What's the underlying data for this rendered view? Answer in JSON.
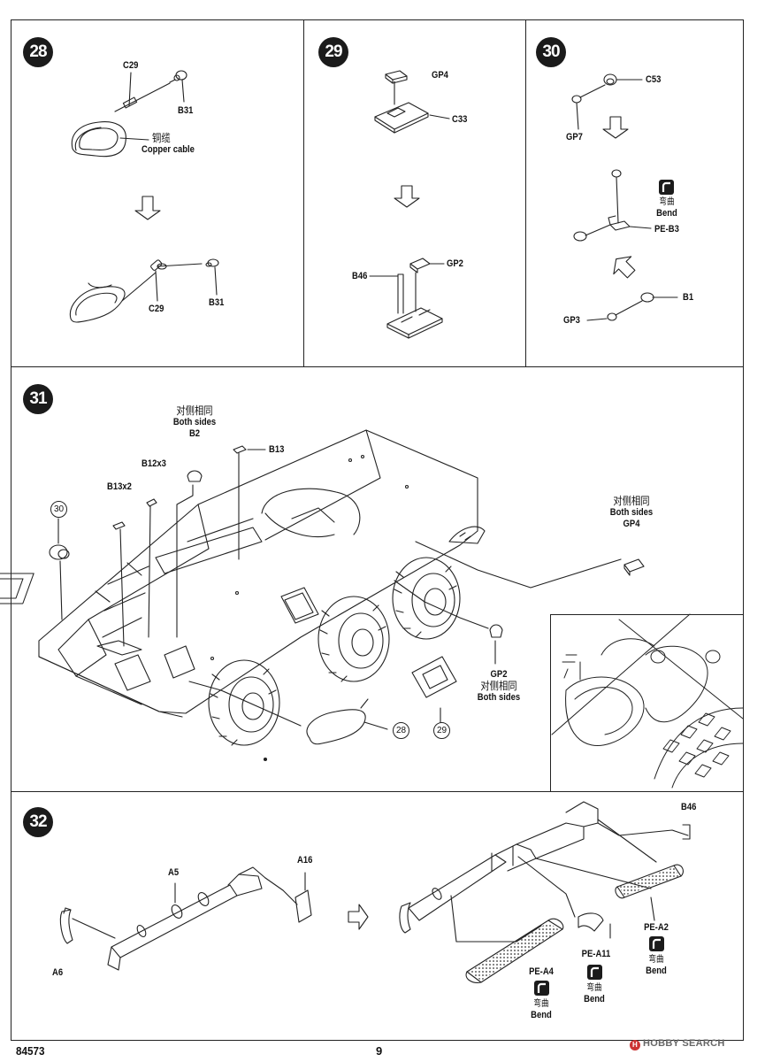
{
  "footer": {
    "product_code": "84573",
    "page_number": "9"
  },
  "watermark": {
    "text": "HOBBY SEARCH",
    "logo_letter": "H"
  },
  "steps": {
    "s28": {
      "number": "28",
      "labels": {
        "c29_top": "C29",
        "b31_top": "B31",
        "cable_cn": "铜缆",
        "cable_en": "Copper cable",
        "c29_bottom": "C29",
        "b31_bottom": "B31"
      }
    },
    "s29": {
      "number": "29",
      "labels": {
        "gp4": "GP4",
        "c33": "C33",
        "b46": "B46",
        "gp2": "GP2"
      }
    },
    "s30": {
      "number": "30",
      "labels": {
        "c53": "C53",
        "gp7": "GP7",
        "bend_cn": "弯曲",
        "bend_en": "Bend",
        "pe_b3": "PE-B3",
        "b1": "B1",
        "gp3": "GP3"
      }
    },
    "s31": {
      "number": "31",
      "labels": {
        "both_cn_1": "对侧相同",
        "both_en_1": "Both sides",
        "b2": "B2",
        "b13": "B13",
        "b12x3": "B12x3",
        "b13x2": "B13x2",
        "ref30": "30",
        "both_cn_2": "对侧相同",
        "both_en_2": "Both sides",
        "gp4": "GP4",
        "gp2": "GP2",
        "both_cn_3": "对侧相同",
        "both_en_3": "Both sides",
        "ref28": "28",
        "ref29": "29"
      }
    },
    "s32": {
      "number": "32",
      "labels": {
        "a5": "A5",
        "a16": "A16",
        "a6": "A6",
        "b46": "B46",
        "pe_a2": "PE-A2",
        "bend_cn_1": "弯曲",
        "bend_en_1": "Bend",
        "pe_a11": "PE-A11",
        "bend_cn_2": "弯曲",
        "bend_en_2": "Bend",
        "pe_a4": "PE-A4",
        "bend_cn_3": "弯曲",
        "bend_en_3": "Bend"
      }
    }
  },
  "icons": {
    "step_arrow": "down-arrow-icon",
    "bend": "bend-icon",
    "hollow_arrow": "hollow-arrow-icon"
  }
}
